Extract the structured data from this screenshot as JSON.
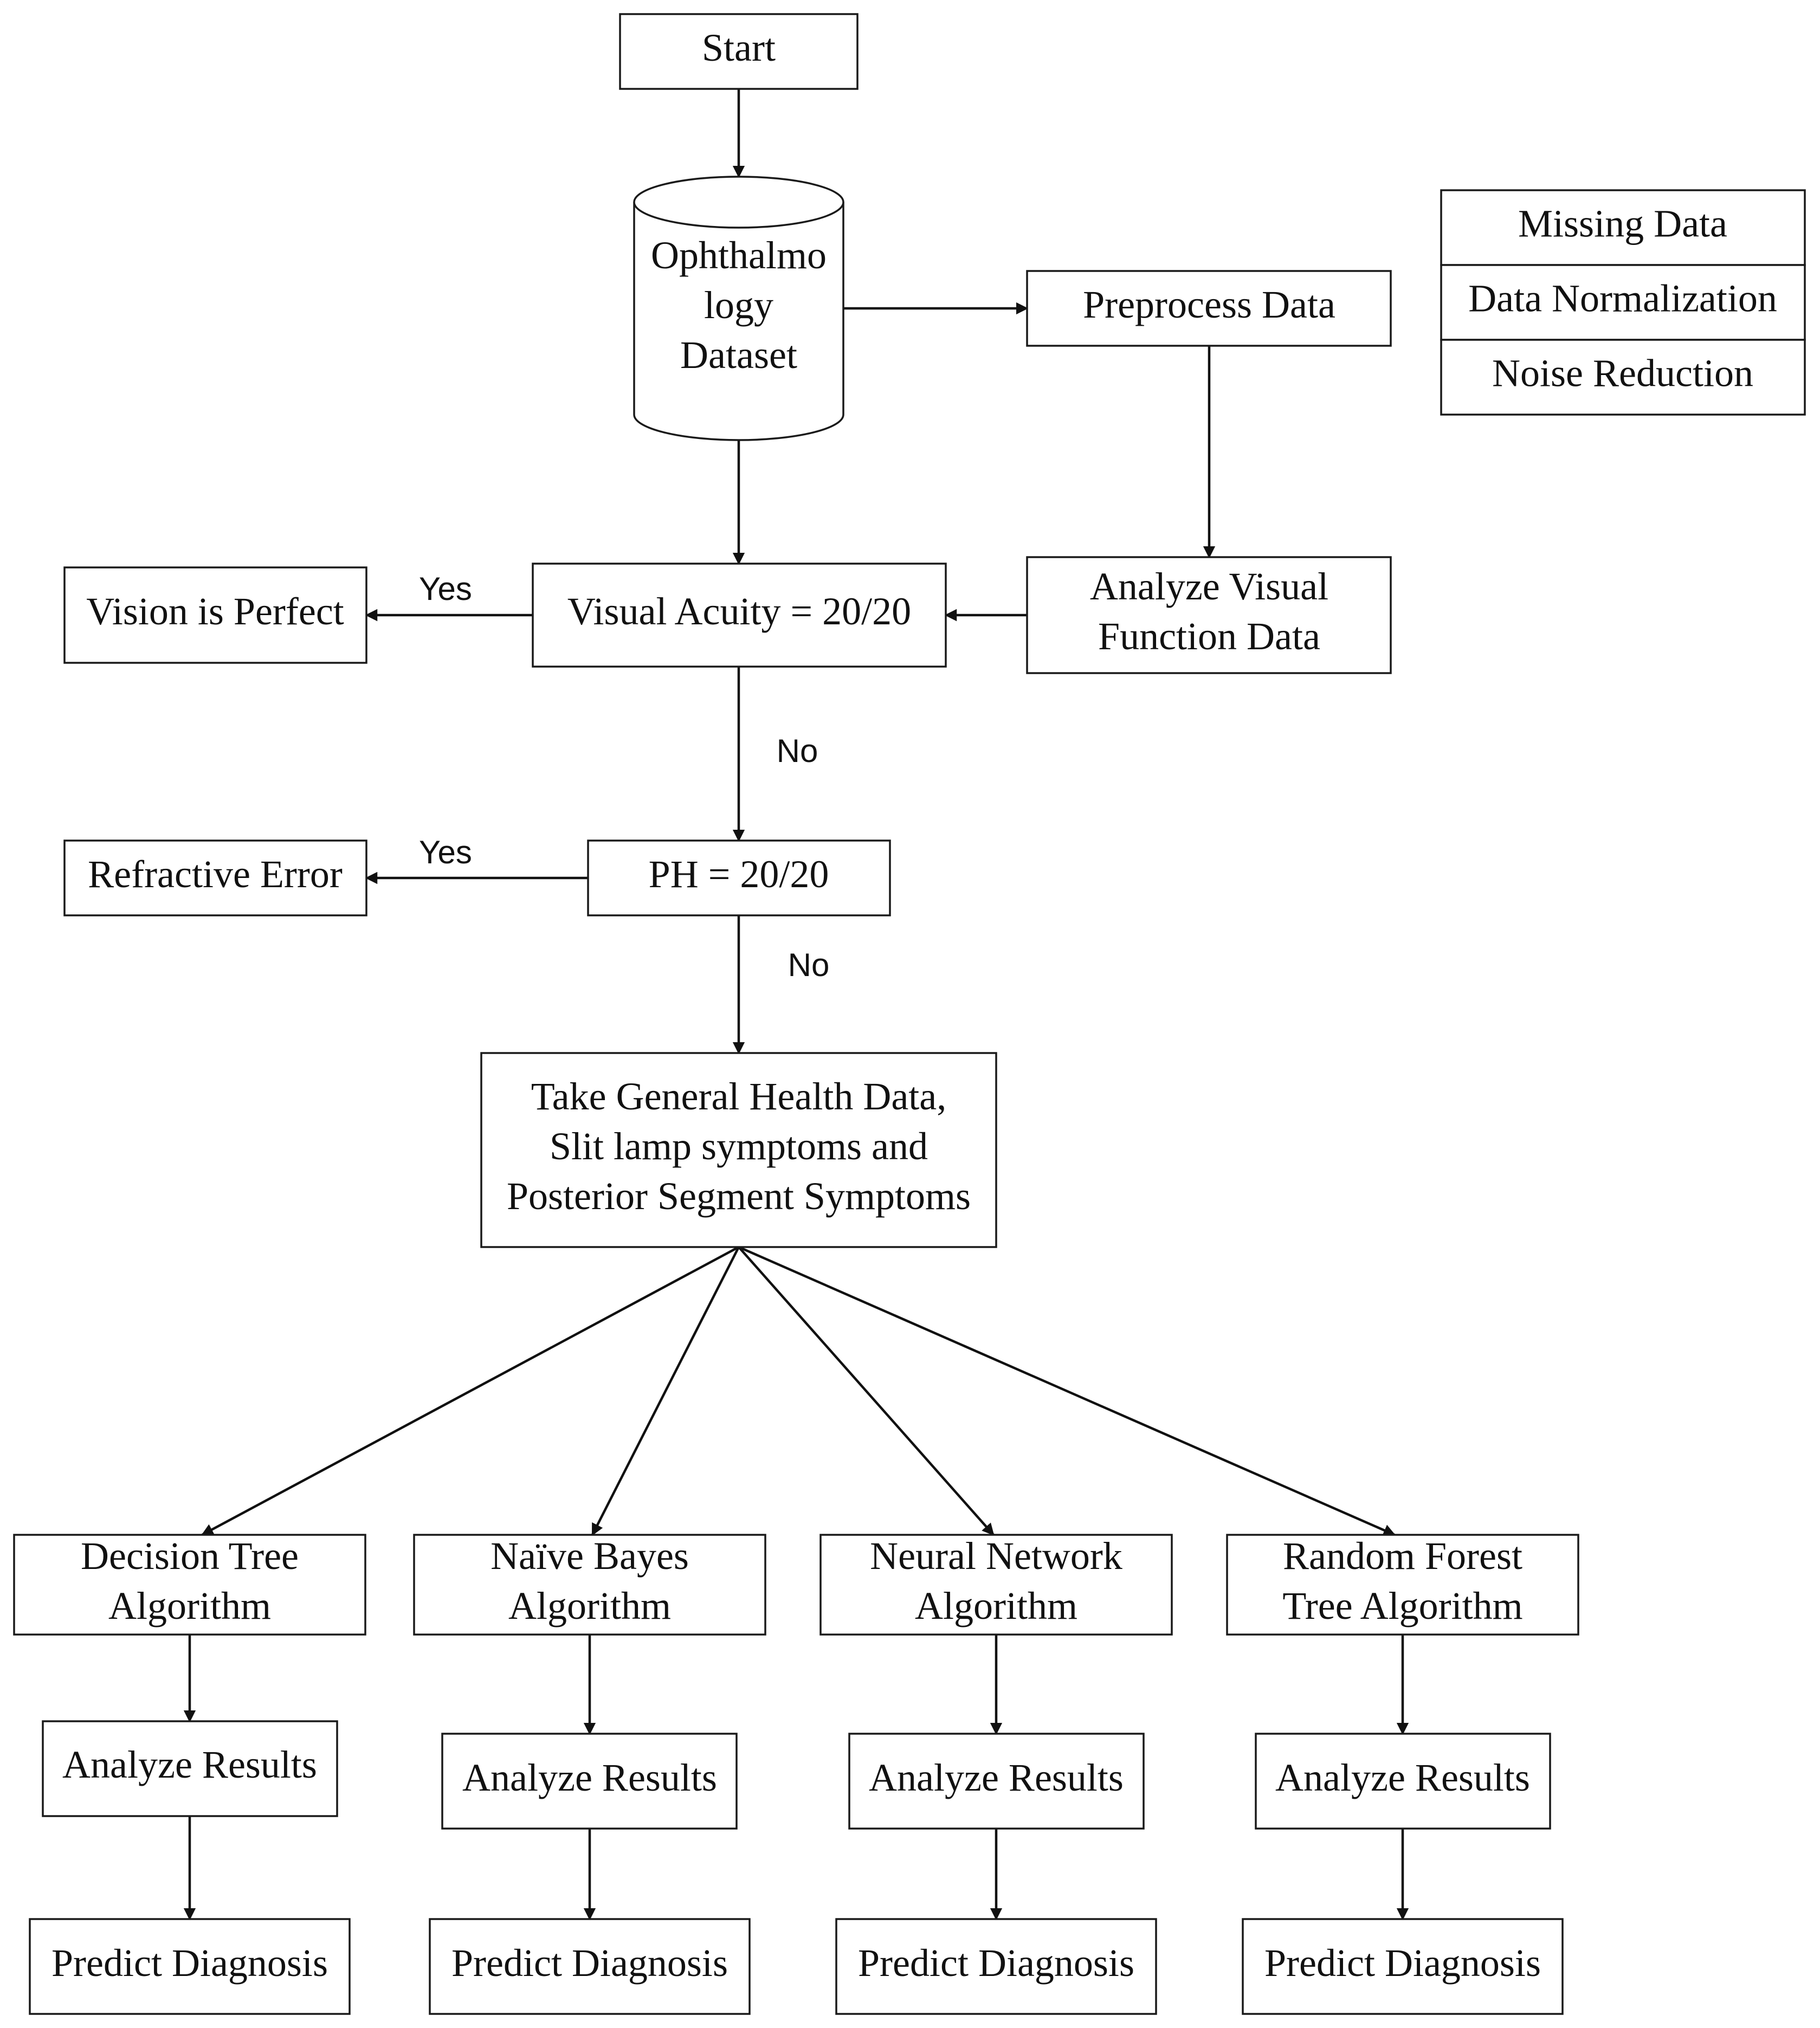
{
  "diagram": {
    "nodes": {
      "start": {
        "lines": [
          "Start"
        ]
      },
      "dataset": {
        "lines": [
          "Ophthalmo",
          "logy",
          "Dataset"
        ]
      },
      "preprocess": {
        "lines": [
          "Preprocess Data"
        ]
      },
      "analyze_visual": {
        "lines": [
          "Analyze Visual",
          "Function Data"
        ]
      },
      "visual_acuity": {
        "lines": [
          "Visual Acuity = 20/20"
        ]
      },
      "vision_perfect": {
        "lines": [
          "Vision is Perfect"
        ]
      },
      "ph": {
        "lines": [
          "PH = 20/20"
        ]
      },
      "refractive_error": {
        "lines": [
          "Refractive Error"
        ]
      },
      "general_health": {
        "lines": [
          "Take General Health Data,",
          "Slit lamp symptoms and",
          "Posterior Segment Symptoms"
        ]
      },
      "decision_tree": {
        "lines": [
          "Decision Tree",
          "Algorithm"
        ]
      },
      "naive_bayes": {
        "lines": [
          "Naïve Bayes",
          "Algorithm"
        ]
      },
      "neural_network": {
        "lines": [
          "Neural Network",
          "Algorithm"
        ]
      },
      "random_forest": {
        "lines": [
          "Random Forest",
          "Tree Algorithm"
        ]
      },
      "analyze_dt": {
        "lines": [
          "Analyze Results"
        ]
      },
      "analyze_nb": {
        "lines": [
          "Analyze Results"
        ]
      },
      "analyze_nn": {
        "lines": [
          "Analyze Results"
        ]
      },
      "analyze_rf": {
        "lines": [
          "Analyze Results"
        ]
      },
      "predict_dt": {
        "lines": [
          "Predict Diagnosis"
        ]
      },
      "predict_nb": {
        "lines": [
          "Predict Diagnosis"
        ]
      },
      "predict_nn": {
        "lines": [
          "Predict Diagnosis"
        ]
      },
      "predict_rf": {
        "lines": [
          "Predict Diagnosis"
        ]
      }
    },
    "preprocessing_steps": [
      "Missing Data",
      "Data Normalization",
      "Noise Reduction"
    ],
    "edge_labels": {
      "yes_vision": "Yes",
      "no_visual": "No",
      "yes_refractive": "Yes",
      "no_ph": "No"
    }
  }
}
